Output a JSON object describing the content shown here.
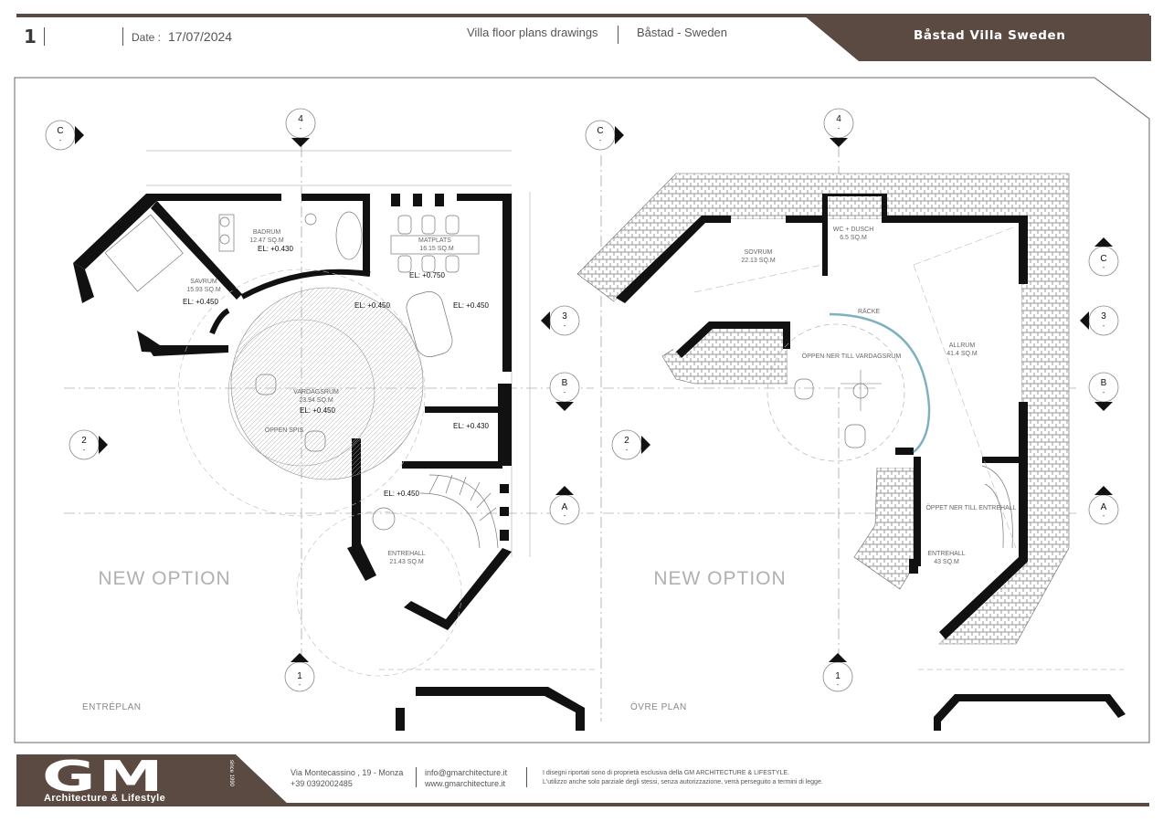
{
  "header": {
    "page_number": "1",
    "date_label": "Date :",
    "date_value": "17/07/2024",
    "subtitle": "Villa floor plans drawings",
    "location": "Båstad - Sweden",
    "project_title": "Båstad Villa Sweden"
  },
  "plans": {
    "grid_markers": [
      "C",
      "4",
      "C",
      "4",
      "C",
      "3",
      "B",
      "2",
      "A",
      "1",
      "3",
      "B",
      "2",
      "A",
      "1"
    ],
    "ground": {
      "label": "ENTRÉPLAN",
      "option": "NEW OPTION",
      "rooms": [
        {
          "name": "BADRUM",
          "area": "12.47 SQ.M"
        },
        {
          "name": "MATPLATS",
          "area": "16.15 SQ.M"
        },
        {
          "name": "SAVRUM",
          "area": "15.93 SQ.M"
        },
        {
          "name": "VARDAGSRUM",
          "area": "23.94 SQ.M"
        },
        {
          "name": "ÖPPEN SPIS",
          "area": ""
        },
        {
          "name": "ENTREHALL",
          "area": "21.43 SQ.M"
        }
      ],
      "levels": [
        "EL: +0.430",
        "EL: +0.750",
        "EL: +0.450",
        "EL: +0.450",
        "EL: +0.450",
        "EL: +0.450",
        "EL: +0.430",
        "EL: +0.450"
      ]
    },
    "upper": {
      "label": "ÖVRE PLAN",
      "option": "NEW OPTION",
      "rooms": [
        {
          "name": "SOVRUM",
          "area": "22.13 SQ.M"
        },
        {
          "name": "WC + DUSCH",
          "area": "6.5 SQ.M"
        },
        {
          "name": "RÄCKE",
          "area": ""
        },
        {
          "name": "ÖPPEN NER TILL VARDAGSRUM",
          "area": ""
        },
        {
          "name": "ALLRUM",
          "area": "41.4 SQ.M"
        },
        {
          "name": "ÖPPET NER TILL ENTREHALL",
          "area": ""
        },
        {
          "name": "ENTREHALL",
          "area": "43 SQ.M"
        }
      ]
    }
  },
  "footer": {
    "logo_text": "GM",
    "logo_subtitle": "Architecture & Lifestyle",
    "logo_since": "since 1990",
    "address_line1": "Via Montecassino , 19 - Monza",
    "address_line2": "+39 0392002485",
    "email": "info@gmarchitecture.it",
    "website": "www.gmarchitecture.it",
    "legal_line1": "I disegni riportati sono di proprietà esclusiva della GM ARCHITECTURE & LIFESTYLE.",
    "legal_line2": "L'utilizzo anche solo parziale degli stessi, senza autorizzazione, verrà perseguito a termini di legge."
  },
  "colors": {
    "brand": "#5b4a42",
    "wall": "#111111",
    "line": "#999999"
  }
}
